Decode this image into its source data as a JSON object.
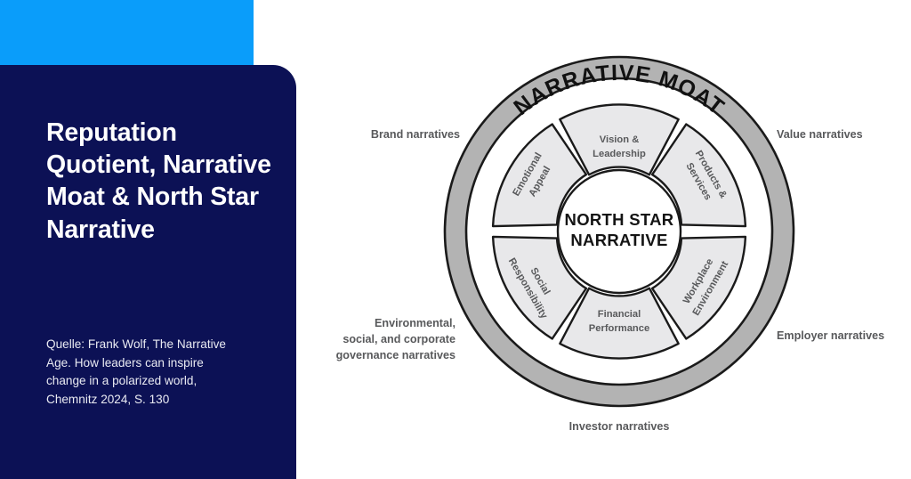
{
  "slide": {
    "accent_color": "#0a9dfa",
    "card_color": "#0c1155",
    "ring_color": "#b3b3b3",
    "segment_color": "#e8e8ea"
  },
  "card": {
    "title": "Reputation Quotient, Narrative Moat & North Star Narrative",
    "source": "Quelle: Frank Wolf, The Narrative Age. How leaders can inspire change in a polarized world, Chemnitz 2024, S. 130"
  },
  "diagram": {
    "moat_ring_label": "NARRATIVE MOAT",
    "core": {
      "line1": "NORTH STAR",
      "line2": "NARRATIVE"
    },
    "segments": [
      {
        "id": "vision-leadership",
        "line1": "Vision &",
        "line2": "Leadership",
        "position": "top"
      },
      {
        "id": "products-services",
        "line1": "Products &",
        "line2": "Services",
        "position": "upper-right"
      },
      {
        "id": "workplace-environment",
        "line1": "Workplace",
        "line2": "Environment",
        "position": "lower-right"
      },
      {
        "id": "financial-performance",
        "line1": "Financial",
        "line2": "Performance",
        "position": "bottom"
      },
      {
        "id": "social-responsibility",
        "line1": "Social",
        "line2": "Responsibility",
        "position": "lower-left"
      },
      {
        "id": "emotional-appeal",
        "line1": "Emotional",
        "line2": "Appeal",
        "position": "upper-left"
      }
    ],
    "outer_labels": [
      {
        "id": "brand-narratives",
        "lines": [
          "Brand narratives"
        ],
        "position": "upper-left",
        "align": "right"
      },
      {
        "id": "value-narratives",
        "lines": [
          "Value narratives"
        ],
        "position": "upper-right",
        "align": "left"
      },
      {
        "id": "esg-narratives",
        "lines": [
          "Environmental,",
          "social, and corporate",
          "governance narratives"
        ],
        "position": "lower-left",
        "align": "right"
      },
      {
        "id": "employer-narratives",
        "lines": [
          "Employer narratives"
        ],
        "position": "lower-right",
        "align": "left"
      },
      {
        "id": "investor-narratives",
        "lines": [
          "Investor narratives"
        ],
        "position": "bottom",
        "align": "center"
      }
    ]
  }
}
